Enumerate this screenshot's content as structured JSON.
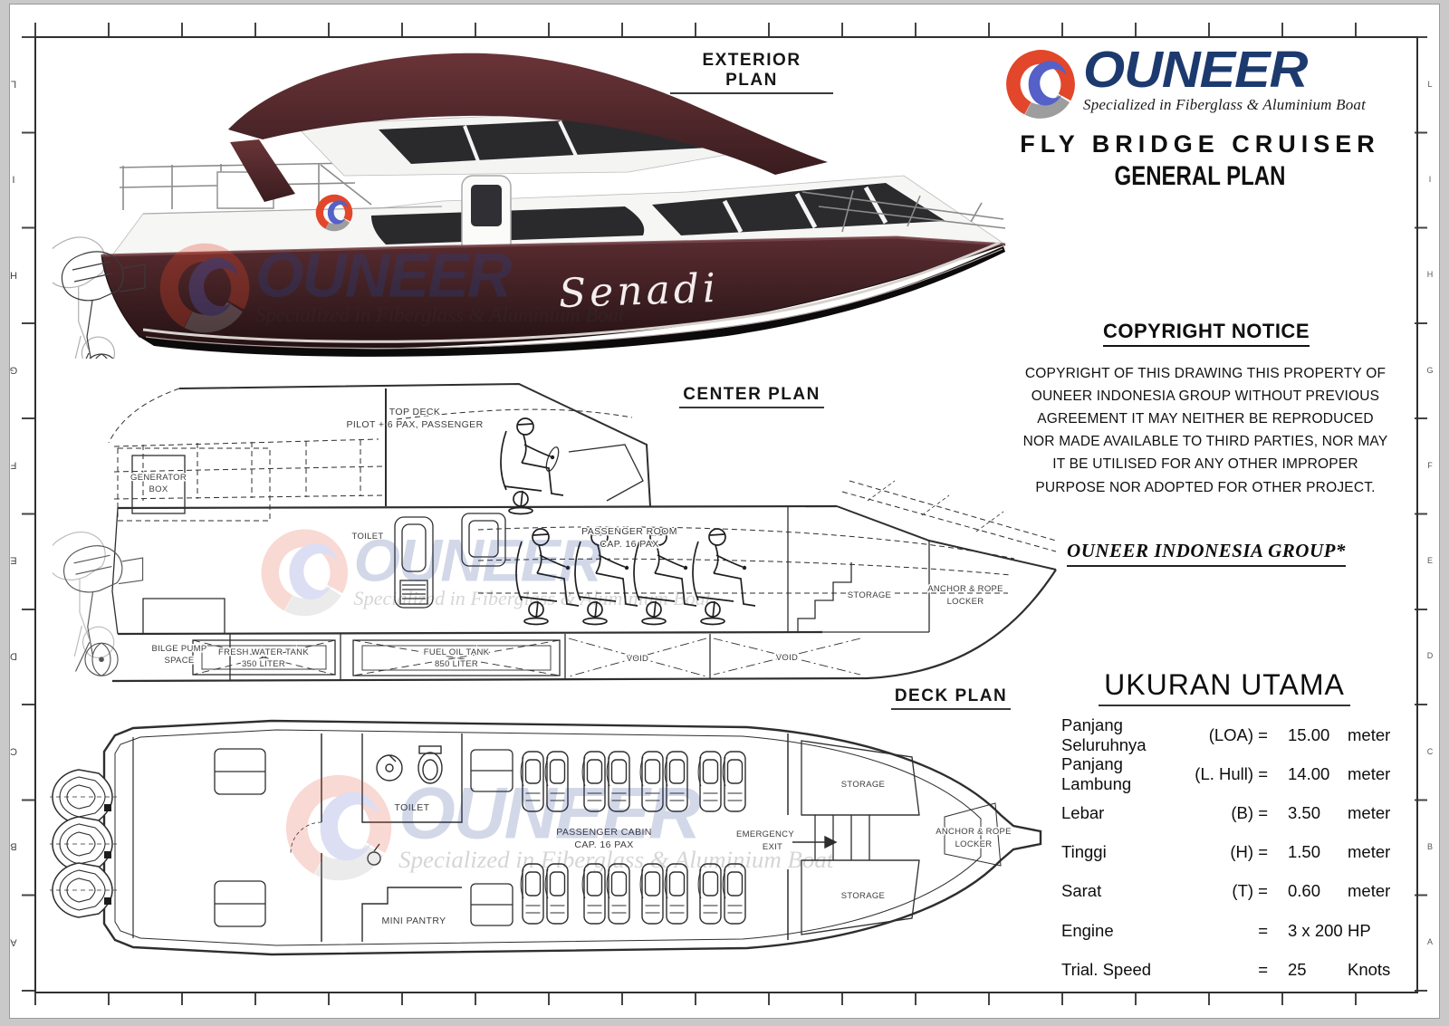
{
  "colors": {
    "brand_navy": "#1d3a6f",
    "logo_red": "#e2462b",
    "logo_blue": "#5560c8",
    "logo_gray": "#9d9d9d",
    "hull_maroon": "#3f2023",
    "drawing_line": "#2e2e2e"
  },
  "border": {
    "letters_left": [
      "L",
      "I",
      "H",
      "G",
      "F",
      "E",
      "D",
      "C",
      "B",
      "A"
    ],
    "letters_right": [
      "L",
      "I",
      "H",
      "G",
      "F",
      "E",
      "D",
      "C",
      "B",
      "A"
    ]
  },
  "brand": {
    "name": "OUNEER",
    "tagline": "Specialized in Fiberglass & Aluminium Boat"
  },
  "title": {
    "line1": "FLY BRIDGE CRUISER",
    "line2": "GENERAL PLAN"
  },
  "plans": {
    "exterior": {
      "title": "EXTERIOR PLAN",
      "boat_name": "Senadi"
    },
    "center": {
      "title": "CENTER PLAN",
      "top_deck_line1": "TOP DECK",
      "top_deck_line2": "PILOT + 6 PAX, PASSENGER",
      "generator_line1": "GENERATOR",
      "generator_line2": "BOX",
      "toilet": "TOILET",
      "passenger_line1": "PASSENGER ROOM",
      "passenger_line2": "CAP. 16 PAX",
      "storage": "STORAGE",
      "anchor_line1": "ANCHOR & ROPE",
      "anchor_line2": "LOCKER",
      "bilge_line1": "BILGE PUMP",
      "bilge_line2": "SPACE",
      "fresh_line1": "FRESH WATER TANK",
      "fresh_line2": "350 LITER",
      "fuel_line1": "FUEL OIL TANK",
      "fuel_line2": "850 LITER",
      "void1": "VOID",
      "void2": "VOID"
    },
    "deck": {
      "title": "DECK PLAN",
      "toilet": "TOILET",
      "mini_pantry": "MINI PANTRY",
      "cabin_line1": "PASSENGER CABIN",
      "cabin_line2": "CAP. 16 PAX",
      "emergency_line1": "EMERGENCY",
      "emergency_line2": "EXIT",
      "storage_top": "STORAGE",
      "storage_bottom": "STORAGE",
      "anchor_line1": "ANCHOR & ROPE",
      "anchor_line2": "LOCKER"
    }
  },
  "copyright": {
    "heading": "COPYRIGHT NOTICE",
    "body": "COPYRIGHT OF THIS DRAWING THIS PROPERTY OF OUNEER INDONESIA GROUP WITHOUT PREVIOUS AGREEMENT IT MAY NEITHER BE REPRODUCED NOR MADE AVAILABLE TO THIRD PARTIES, NOR MAY IT BE UTILISED FOR ANY OTHER IMPROPER PURPOSE NOR ADOPTED FOR OTHER PROJECT.",
    "group": "OUNEER INDONESIA GROUP*"
  },
  "dimensions": {
    "heading": "UKURAN UTAMA",
    "rows": [
      {
        "label": "Panjang Seluruhnya",
        "symbol": "(LOA) =",
        "value": "15.00",
        "unit": "meter"
      },
      {
        "label": "Panjang Lambung",
        "symbol": "(L. Hull) =",
        "value": "14.00",
        "unit": "meter"
      },
      {
        "label": "Lebar",
        "symbol": "(B) =",
        "value": "3.50",
        "unit": "meter"
      },
      {
        "label": "Tinggi",
        "symbol": "(H) =",
        "value": "1.50",
        "unit": "meter"
      },
      {
        "label": "Sarat",
        "symbol": "(T) =",
        "value": "0.60",
        "unit": "meter"
      },
      {
        "label": "Engine",
        "symbol": "=",
        "value": "3 x 200",
        "unit": "HP"
      },
      {
        "label": "Trial. Speed",
        "symbol": "=",
        "value": "25",
        "unit": "Knots"
      }
    ]
  }
}
